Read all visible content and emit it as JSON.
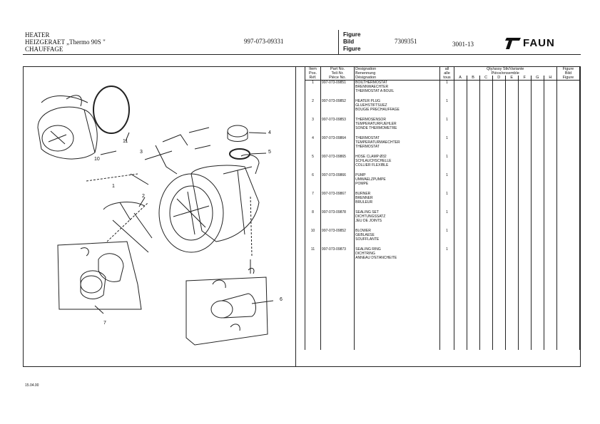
{
  "header": {
    "title_lines": [
      "HEATER",
      "HEIZGERAET „Thermo 90S \"",
      "CHAUFFAGE"
    ],
    "part_number": "997-073-09331",
    "figure_labels": [
      "Figure",
      "Bild",
      "Figure"
    ],
    "figure_code": "7309351",
    "page_code": "3001-13",
    "logo_text": "FAUN"
  },
  "table": {
    "col_item": [
      "Item",
      "Pos.",
      "Réf."
    ],
    "col_part": [
      "Part No.",
      "Teil-Nr.",
      "Pièce No."
    ],
    "col_desig": [
      "Designation",
      "Benennung",
      "Désignation"
    ],
    "col_all": [
      "all",
      "alle",
      "tous"
    ],
    "col_qty": [
      "Qty/assy  Stk/Variante",
      "Pièce/ensemble"
    ],
    "qty_letters": [
      "A",
      "B",
      "C",
      "D",
      "E",
      "F",
      "G",
      "H"
    ],
    "col_fig": [
      "Figure",
      "Bild",
      "Figure"
    ],
    "rows": [
      {
        "item": "1",
        "part": "997-073-09851",
        "desc": [
          "BOILTHERMOSTAT",
          "BRENNWAECHTER",
          "THERMOSTAT A BOUIL"
        ],
        "qty": "1"
      },
      {
        "item": "2",
        "part": "997-073-09852",
        "desc": [
          "HEATER PLUG",
          "GLUEHSTIFTSUEZ",
          "BOUGIE PRECHAUFFAGE"
        ],
        "qty": "1"
      },
      {
        "item": "3",
        "part": "997-073-09853",
        "desc": [
          "THERMOSENSOR",
          "TEMPERATURFUEHLER",
          "SONDE THERMOMETRE"
        ],
        "qty": "1"
      },
      {
        "item": "4",
        "part": "997-073-09864",
        "desc": [
          "THERMOSTAT",
          "TEMPERATURWAECHTER",
          "THERMOSTAT"
        ],
        "qty": "1"
      },
      {
        "item": "5",
        "part": "997-073-09865",
        "desc": [
          "HOSE CLAMP   Ø32",
          "SCHLAUCHSCHELLE",
          "COLLIER FLEXIBLE"
        ],
        "qty": "1"
      },
      {
        "item": "6",
        "part": "997-073-09866",
        "desc": [
          "PUMP",
          "UMWAELZPUMPE",
          "POMPE"
        ],
        "qty": "1"
      },
      {
        "item": "7",
        "part": "997-073-09867",
        "desc": [
          "BURNER",
          "BRENNER",
          "BRULEUR"
        ],
        "qty": "1"
      },
      {
        "item": "8",
        "part": "997-073-09878",
        "desc": [
          "SEALING SET",
          "DICHTUNGSSATZ",
          "JEU DE JOINTS"
        ],
        "qty": "1"
      },
      {
        "item": "10",
        "part": "997-073-09852",
        "desc": [
          "BLOWER",
          "GEBLAESE",
          "SOUFFLANTE"
        ],
        "qty": "1"
      },
      {
        "item": "11",
        "part": "997-073-09873",
        "desc": [
          "SEALING RING",
          "DICHTRING",
          "ANNEAU D'ETANCHEITE"
        ],
        "qty": "1"
      }
    ]
  },
  "diagram": {
    "callouts": [
      "1",
      "2",
      "3",
      "4",
      "5",
      "6",
      "7",
      "10",
      "11"
    ]
  },
  "footer": {
    "date": "15.04.00"
  }
}
